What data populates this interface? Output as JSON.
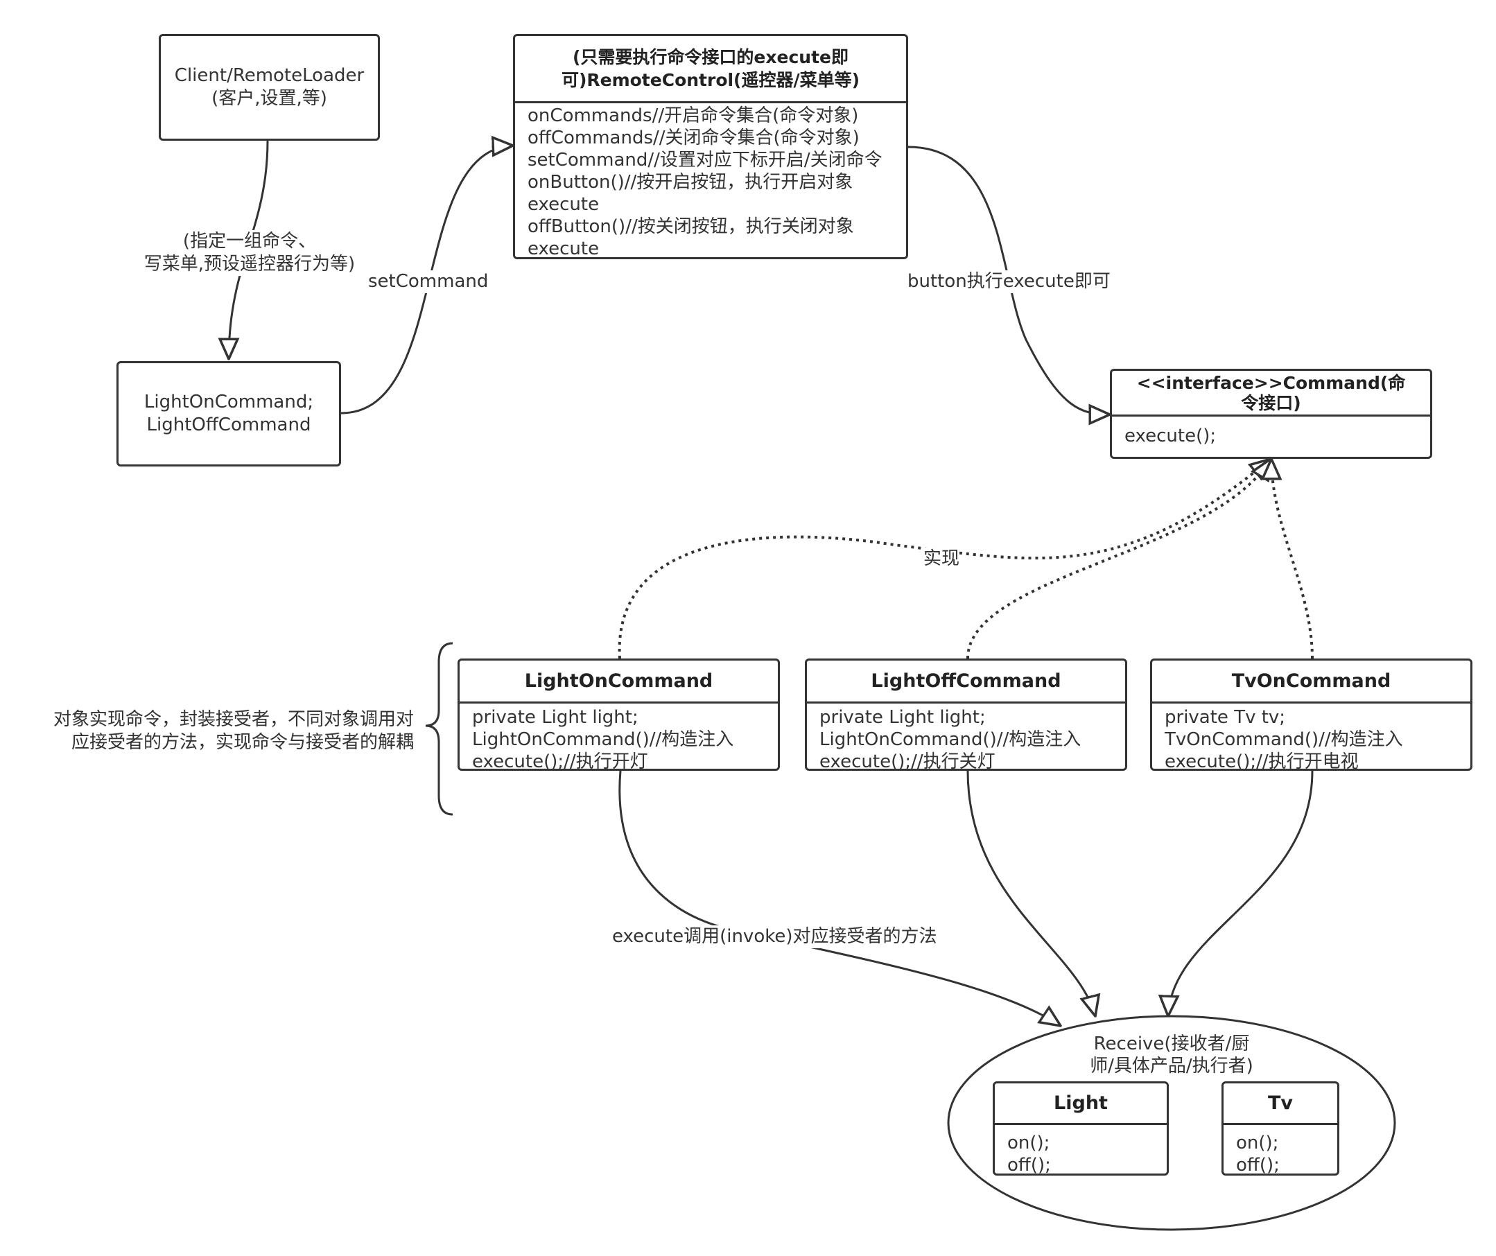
{
  "client": {
    "line1": "Client/RemoteLoader",
    "line2": "(客户,设置,等)"
  },
  "command_pair": {
    "line1": "LightOnCommand;",
    "line2": "LightOffCommand"
  },
  "remote_control": {
    "title": "(只需要执行命令接口的execute即可)RemoteControl(遥控器/菜单等)",
    "members": [
      "onCommands//开启命令集合(命令对象)",
      "offCommands//关闭命令集合(命令对象)",
      "setCommand//设置对应下标开启/关闭命令",
      "onButton()//按开启按钮，执行开启对象",
      "execute",
      "offButton()//按关闭按钮，执行关闭对象",
      "execute"
    ]
  },
  "command_interface": {
    "title": "<<interface>>Command(命令接口)",
    "members": [
      "execute();"
    ]
  },
  "light_on_command": {
    "title": "LightOnCommand",
    "members": [
      "private Light light;",
      "LightOnCommand()//构造注入",
      "execute();//执行开灯"
    ]
  },
  "light_off_command": {
    "title": "LightOffCommand",
    "members": [
      "private Light light;",
      "LightOnCommand()//构造注入",
      "execute();//执行关灯"
    ]
  },
  "tv_on_command": {
    "title": "TvOnCommand",
    "members": [
      "private Tv tv;",
      "TvOnCommand()//构造注入",
      "execute();//执行开电视"
    ]
  },
  "receiver": {
    "title_line1": "Receive(接收者/厨",
    "title_line2": "师/具体产品/执行者)",
    "light": {
      "title": "Light",
      "members": [
        "on();",
        "off();"
      ]
    },
    "tv": {
      "title": "Tv",
      "members": [
        "on();",
        "off();"
      ]
    }
  },
  "labels": {
    "assign_line1": "(指定一组命令、",
    "assign_line2": "写菜单,预设遥控器行为等)",
    "set_command": "setCommand",
    "button_execute": "button执行execute即可",
    "implement": "实现",
    "invoke": "execute调用(invoke)对应接受者的方法",
    "brace_line1": "对象实现命令，封装接受者，不同对象调用对",
    "brace_line2": "应接受者的方法，实现命令与接受者的解耦"
  },
  "colors": {
    "line": "#333333",
    "text": "#333333",
    "background": "#ffffff"
  }
}
